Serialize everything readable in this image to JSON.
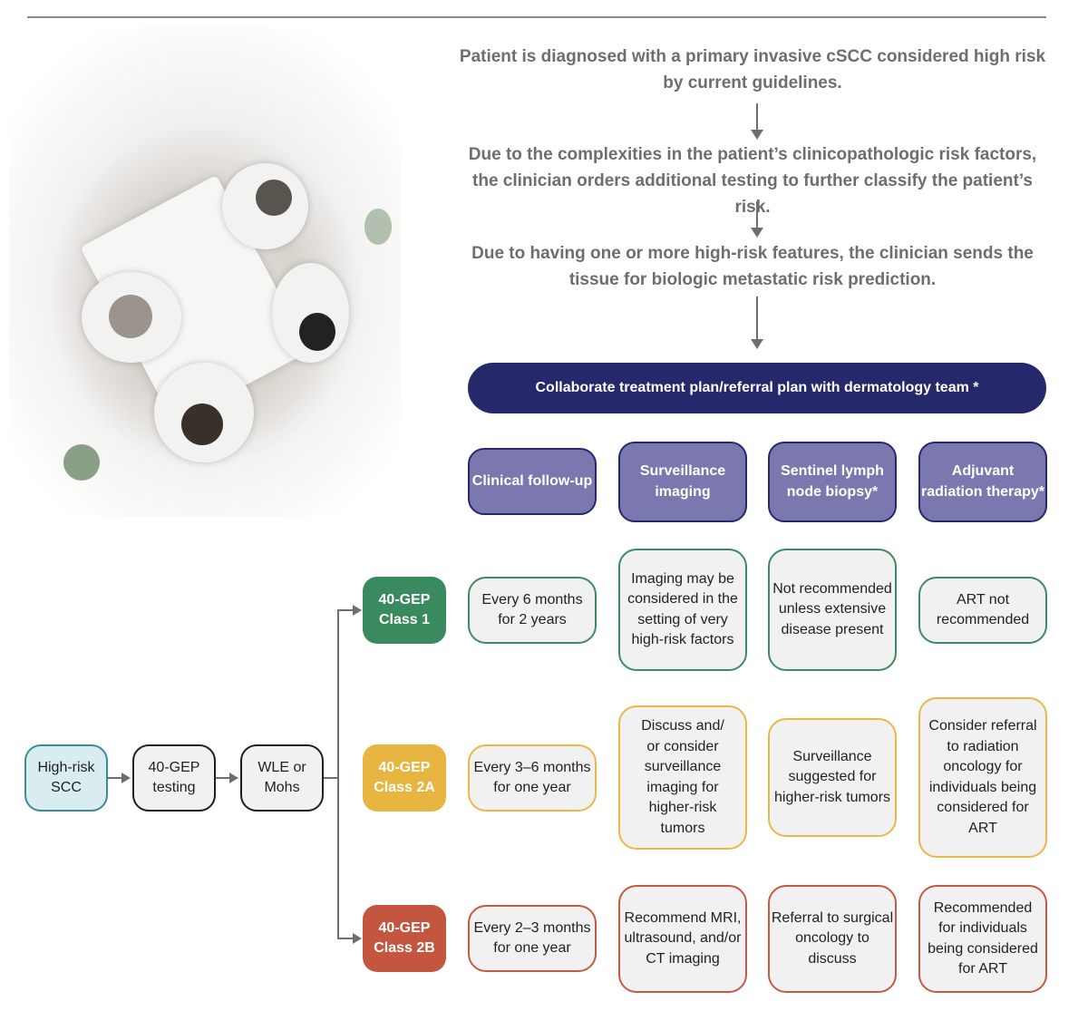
{
  "flow": {
    "step1": "Patient is diagnosed with a primary invasive cSCC considered high risk\nby current guidelines.",
    "step2": "Due to the complexities in the patient’s clinicopathologic risk factors,\nthe clinician orders additional testing to further classify the patient’s risk.",
    "step3": "Due to having one or more high-risk features, the clinician sends the\ntissue for biologic metastatic risk prediction.",
    "collab": "Collaborate treatment plan/referral plan with dermatology team *"
  },
  "headers": {
    "clinical": "Clinical follow-up",
    "surveillance": "Surveillance\nimaging",
    "sentinel": "Sentinel lymph\nnode biopsy*",
    "adjuvant": "Adjuvant\nradiation therapy*"
  },
  "pathway": {
    "high_risk": "High-risk\nSCC",
    "gep_testing": "40-GEP\ntesting",
    "wle": "WLE or\nMohs"
  },
  "classes": {
    "class1": "40-GEP\nClass 1",
    "class2a": "40-GEP\nClass 2A",
    "class2b": "40-GEP\nClass 2B"
  },
  "class1": {
    "clinical": "Every 6 months\nfor 2 years",
    "surveillance": "Imaging may be\nconsidered in the\nsetting of very\nhigh-risk factors",
    "sentinel": "Not recommended\nunless extensive\ndisease present",
    "adjuvant": "ART not\nrecommended"
  },
  "class2a": {
    "clinical": "Every 3–6 months\nfor one year",
    "surveillance": "Discuss and/\nor consider\nsurveillance\nimaging for\nhigher-risk\ntumors",
    "sentinel": "Surveillance\nsuggested for\nhigher-risk tumors",
    "adjuvant": "Consider referral\nto radiation\noncology for\nindividuals being\nconsidered for\nART"
  },
  "class2b": {
    "clinical": "Every 2–3 months\nfor one year",
    "surveillance": "Recommend MRI,\nultrasound, and/or\nCT imaging",
    "sentinel": "Referral to surgical\noncology to discuss",
    "adjuvant": "Recommended\nfor individuals\nbeing considered\nfor ART"
  }
}
